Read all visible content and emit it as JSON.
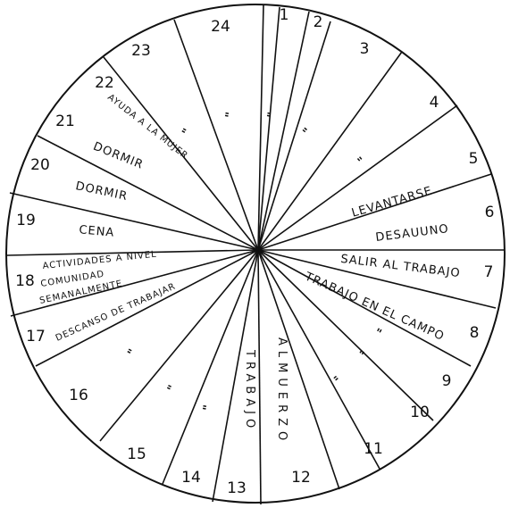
{
  "clock": {
    "hours": [
      "1",
      "2",
      "3",
      "4",
      "5",
      "6",
      "7",
      "8",
      "9",
      "10",
      "11",
      "12",
      "13",
      "14",
      "15",
      "16",
      "17",
      "18",
      "19",
      "20",
      "21",
      "22",
      "23",
      "24"
    ],
    "activities": {
      "levantarse": "LEVANTARSE",
      "desayuno": "DESAUUNO",
      "salir": "SALIR AL TRABAJO",
      "trabajo_campo": "TRABAJO EN EL CAMPO",
      "almuerzo": "ALMUERZO",
      "trabajo": "TRABAJO",
      "descanso": "DESCANSO DE TRABAJAR",
      "actividades_1": "ACTIVIDADES A NIVEL",
      "actividades_2": "COMUNIDAD",
      "actividades_3": "SEMANALMENTE",
      "cena": "CENA",
      "dormir_1": "DORMIR",
      "dormir_2": "DORMIR",
      "ayuda_mujer": "AYUDA A LA MUJER"
    },
    "ditto_mark": "\""
  }
}
